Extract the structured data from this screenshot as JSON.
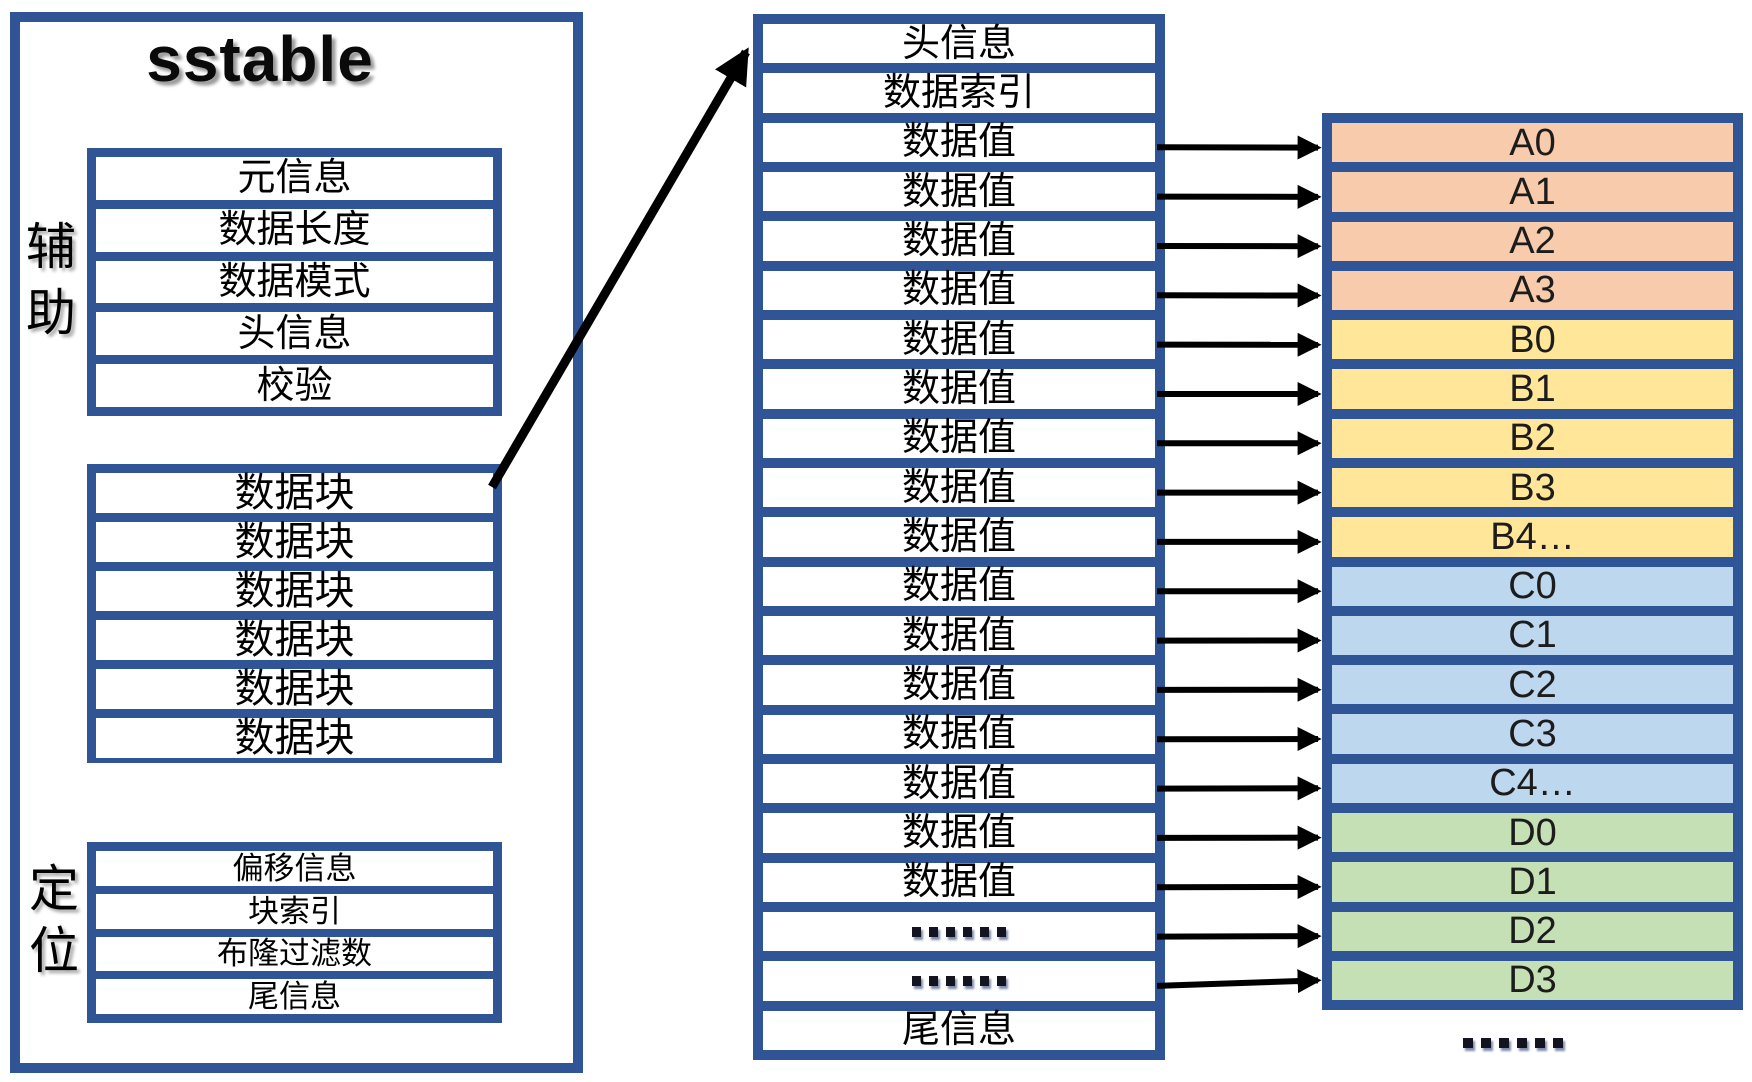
{
  "palette": {
    "border": "#2F5597",
    "arrow": "#000000",
    "a": "#F8CBAD",
    "b": "#FFE699",
    "c": "#BDD7EE",
    "d": "#C5E0B4"
  },
  "sstable": {
    "title": "sstable",
    "aux_label": "辅助",
    "aux_rows": [
      {
        "label": "元信息"
      },
      {
        "label": "数据长度"
      },
      {
        "label": "数据模式"
      },
      {
        "label": "头信息"
      },
      {
        "label": "校验"
      }
    ],
    "block_rows": [
      {
        "label": "数据块"
      },
      {
        "label": "数据块"
      },
      {
        "label": "数据块"
      },
      {
        "label": "数据块"
      },
      {
        "label": "数据块"
      },
      {
        "label": "数据块"
      }
    ],
    "locate_label": "定位",
    "locate_rows": [
      {
        "label": "偏移信息"
      },
      {
        "label": "块索引"
      },
      {
        "label": "布隆过滤数"
      },
      {
        "label": "尾信息"
      }
    ]
  },
  "block_detail": {
    "rows": [
      {
        "label": "头信息"
      },
      {
        "label": "数据索引"
      },
      {
        "label": "数据值",
        "arrow": true
      },
      {
        "label": "数据值",
        "arrow": true
      },
      {
        "label": "数据值",
        "arrow": true
      },
      {
        "label": "数据值",
        "arrow": true
      },
      {
        "label": "数据值",
        "arrow": true
      },
      {
        "label": "数据值",
        "arrow": true
      },
      {
        "label": "数据值",
        "arrow": true
      },
      {
        "label": "数据值",
        "arrow": true
      },
      {
        "label": "数据值",
        "arrow": true
      },
      {
        "label": "数据值",
        "arrow": true
      },
      {
        "label": "数据值",
        "arrow": true
      },
      {
        "label": "数据值",
        "arrow": true
      },
      {
        "label": "数据值",
        "arrow": true
      },
      {
        "label": "数据值",
        "arrow": true
      },
      {
        "label": "数据值",
        "arrow": true
      },
      {
        "label": "数据值",
        "arrow": true
      },
      {
        "label": "......",
        "style": "dots",
        "arrow": true
      },
      {
        "label": "......",
        "style": "dots",
        "arrow": true
      },
      {
        "label": "尾信息"
      }
    ]
  },
  "data_cells": {
    "rows": [
      {
        "label": "A0",
        "group": "a"
      },
      {
        "label": "A1",
        "group": "a"
      },
      {
        "label": "A2",
        "group": "a"
      },
      {
        "label": "A3",
        "group": "a"
      },
      {
        "label": "B0",
        "group": "b"
      },
      {
        "label": "B1",
        "group": "b"
      },
      {
        "label": "B2",
        "group": "b"
      },
      {
        "label": "B3",
        "group": "b"
      },
      {
        "label": "B4…",
        "group": "b"
      },
      {
        "label": "C0",
        "group": "c"
      },
      {
        "label": "C1",
        "group": "c"
      },
      {
        "label": "C2",
        "group": "c"
      },
      {
        "label": "C3",
        "group": "c"
      },
      {
        "label": "C4…",
        "group": "c"
      },
      {
        "label": "D0",
        "group": "d"
      },
      {
        "label": "D1",
        "group": "d"
      },
      {
        "label": "D2",
        "group": "d"
      },
      {
        "label": "D3",
        "group": "d"
      }
    ],
    "ellipsis": "......"
  }
}
